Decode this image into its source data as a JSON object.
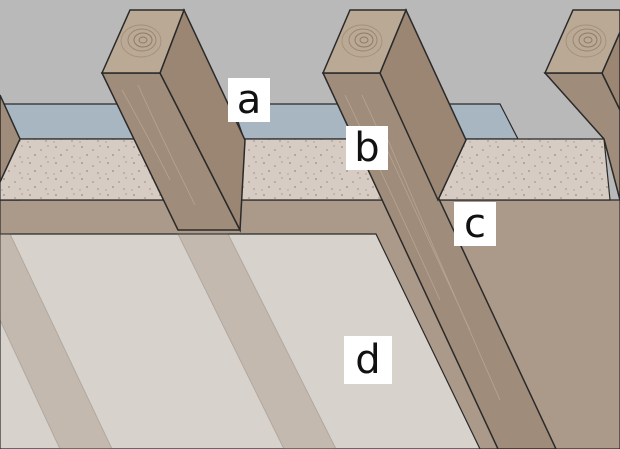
{
  "labels": {
    "a": "a",
    "b": "b",
    "c": "c",
    "d": "d"
  },
  "colors": {
    "background": "#b9b9b9",
    "membrane": "#a7b6c1",
    "insulation": "#d6ccc3",
    "insulation_speckle": "#a99a8c",
    "board": "#ab9a8a",
    "panel": "#d7d2cc",
    "timber_side": "#a08c7a",
    "timber_end": "#baa995",
    "outline": "#2a2a2a"
  }
}
